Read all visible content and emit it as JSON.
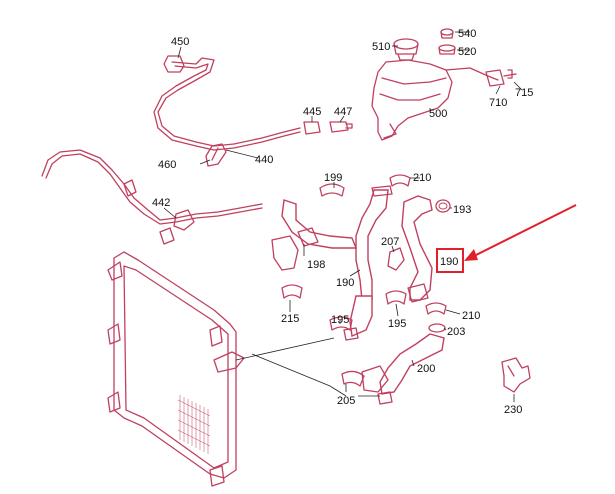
{
  "callouts": {
    "c450": "450",
    "c510": "510",
    "c540": "540",
    "c520": "520",
    "c710": "710",
    "c715": "715",
    "c500": "500",
    "c445": "445",
    "c447": "447",
    "c440": "440",
    "c460": "460",
    "c442": "442",
    "c199": "199",
    "c210a": "210",
    "c193": "193",
    "c207": "207",
    "c198": "198",
    "c190a": "190",
    "c190b": "190",
    "c215": "215",
    "c195a": "195",
    "c195b": "195",
    "c210b": "210",
    "c203": "203",
    "c200": "200",
    "c205": "205",
    "c230": "230"
  },
  "highlight": {
    "part": "190",
    "box_color": "#e0202a",
    "arrow_color": "#e0202a"
  },
  "colors": {
    "line_art": "#c0405e",
    "text": "#111111"
  }
}
